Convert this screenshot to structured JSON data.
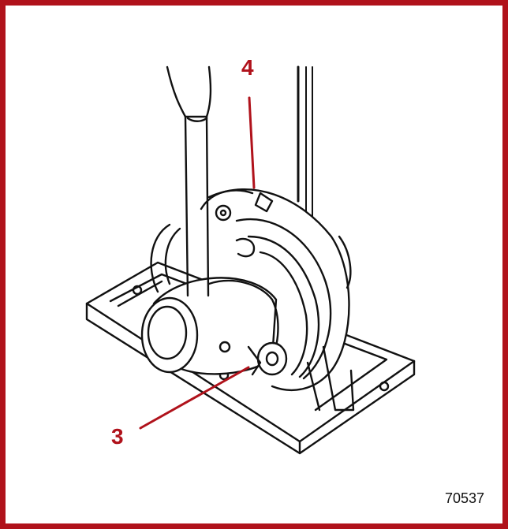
{
  "callouts": [
    {
      "label": "4"
    },
    {
      "label": "3"
    }
  ],
  "figure_number": "70537",
  "colors": {
    "frame": "#b0121b",
    "callout": "#b0121b",
    "ink": "#111111"
  }
}
